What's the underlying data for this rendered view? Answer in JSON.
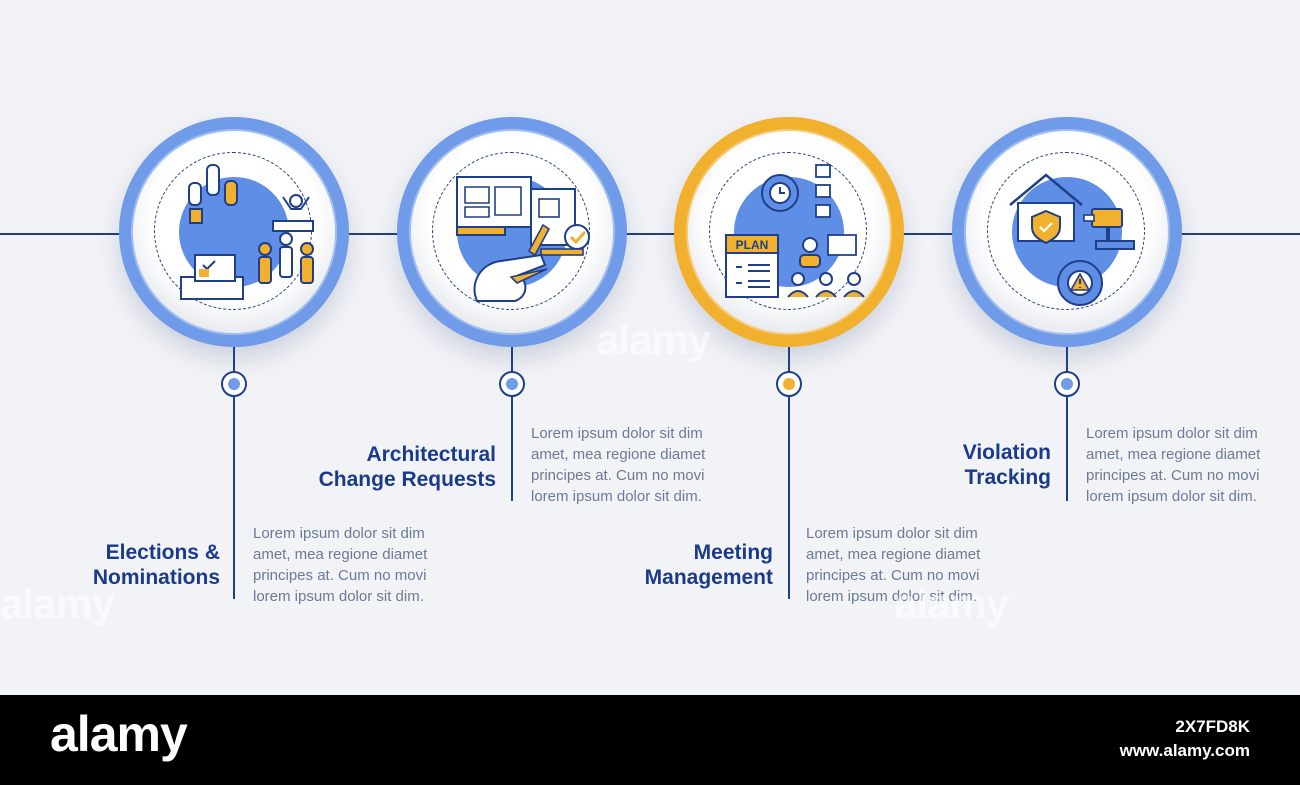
{
  "steps": [
    {
      "title_line1": "Elections &",
      "title_line2": "Nominations",
      "desc": [
        "Lorem ipsum dolor sit dim",
        "amet, mea regione diamet",
        "principes at. Cum no movi",
        "lorem ipsum dolor sit dim."
      ],
      "icon": "voting-icon",
      "accent": "#6f9be8"
    },
    {
      "title_line1": "Architectural",
      "title_line2": "Change Requests",
      "desc": [
        "Lorem ipsum dolor sit dim",
        "amet, mea regione diamet",
        "principes at. Cum no movi",
        "lorem ipsum dolor sit dim."
      ],
      "icon": "blueprint-icon",
      "accent": "#6f9be8"
    },
    {
      "title_line1": "Meeting",
      "title_line2": "Management",
      "desc": [
        "Lorem ipsum dolor sit dim",
        "amet, mea regione diamet",
        "principes at. Cum no movi",
        "lorem ipsum dolor sit dim."
      ],
      "icon": "meeting-plan-icon",
      "icon_text": "PLAN",
      "accent": "#f1b12f"
    },
    {
      "title_line1": "Violation",
      "title_line2": "Tracking",
      "desc": [
        "Lorem ipsum dolor sit dim",
        "amet, mea regione diamet",
        "principes at. Cum no movi",
        "lorem ipsum dolor sit dim."
      ],
      "icon": "violation-icon",
      "accent": "#6f9be8"
    }
  ],
  "footer": {
    "logo": "alamy",
    "image_code": "2X7FD8K",
    "site": "www.alamy.com"
  },
  "watermark": "alamy",
  "colors": {
    "line": "#1f3f86",
    "title": "#1a3a8c",
    "text": "#6c7a93",
    "blue": "#6f9be8",
    "gold": "#f1b12f"
  }
}
